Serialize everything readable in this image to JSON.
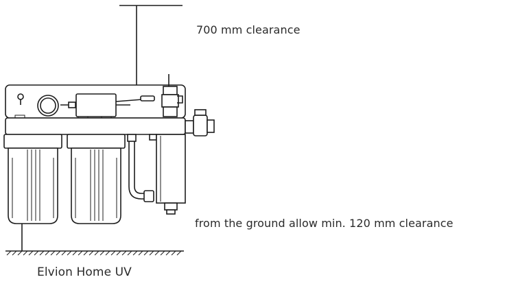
{
  "labels": {
    "top_clearance": "700 mm clearance",
    "bottom_clearance": "from the ground allow min. 120 mm clearance",
    "product_name": "Elvion Home UV"
  },
  "colors": {
    "line": "#1c1c1c",
    "text": "#2a2a2a",
    "background": "#ffffff"
  }
}
